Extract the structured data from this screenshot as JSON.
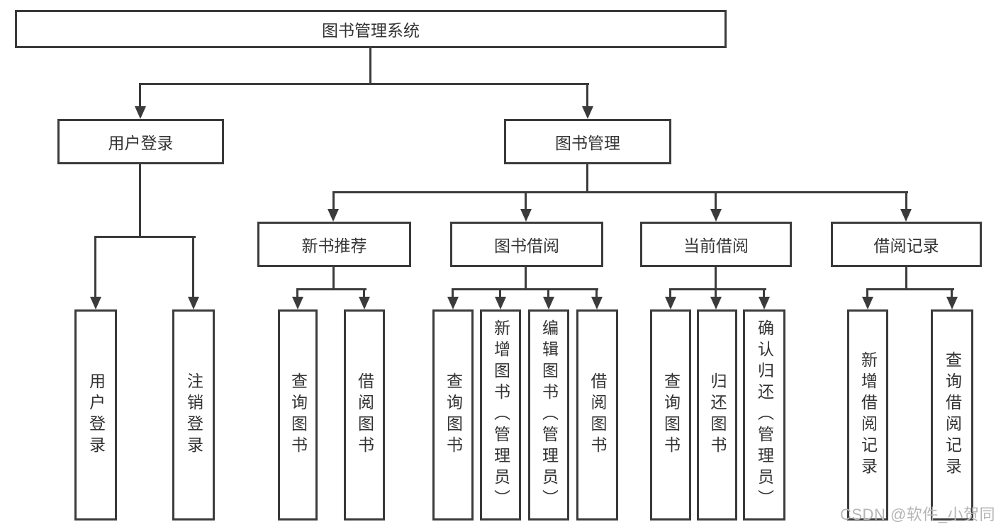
{
  "colors": {
    "line": "#3b3b3b",
    "text": "#333333",
    "watermark": "#b5b5b5",
    "background": "#ffffff"
  },
  "watermark": {
    "text": "CSDN @软件_小贺同学"
  },
  "tree": {
    "root": {
      "label": "图书管理系统",
      "children": [
        {
          "label": "用户登录",
          "children": [
            {
              "label": "用户登录"
            },
            {
              "label": "注销登录"
            }
          ]
        },
        {
          "label": "图书管理",
          "children": [
            {
              "label": "新书推荐",
              "children": [
                {
                  "label": "查询图书"
                },
                {
                  "label": "借阅图书"
                }
              ]
            },
            {
              "label": "图书借阅",
              "children": [
                {
                  "label": "查询图书"
                },
                {
                  "label": "新增图书（管理员）"
                },
                {
                  "label": "编辑图书（管理员）"
                },
                {
                  "label": "借阅图书"
                }
              ]
            },
            {
              "label": "当前借阅",
              "children": [
                {
                  "label": "查询图书"
                },
                {
                  "label": "归还图书"
                },
                {
                  "label": "确认归还（管理员）"
                }
              ]
            },
            {
              "label": "借阅记录",
              "children": [
                {
                  "label": "新增借阅记录"
                },
                {
                  "label": "查询借阅记录"
                }
              ]
            }
          ]
        }
      ]
    }
  }
}
